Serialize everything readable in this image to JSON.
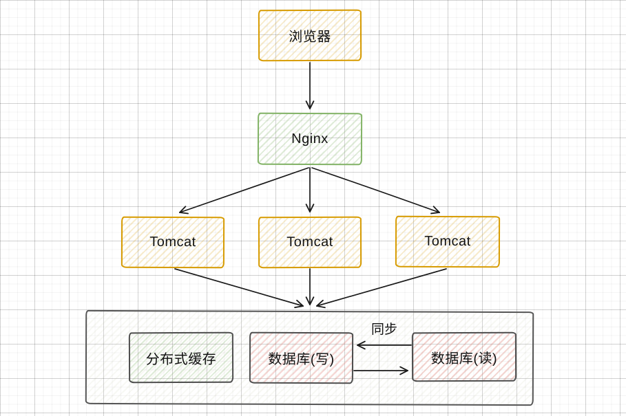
{
  "diagram": {
    "nodes": {
      "browser": {
        "label": "浏览器"
      },
      "nginx": {
        "label": "Nginx"
      },
      "tomcat_left": {
        "label": "Tomcat"
      },
      "tomcat_middle": {
        "label": "Tomcat"
      },
      "tomcat_right": {
        "label": "Tomcat"
      },
      "cache": {
        "label": "分布式缓存"
      },
      "db_write": {
        "label": "数据库(写)"
      },
      "db_read": {
        "label": "数据库(读)"
      }
    },
    "edge_labels": {
      "sync": "同步"
    },
    "edges": [
      {
        "from": "browser",
        "to": "nginx",
        "label": ""
      },
      {
        "from": "nginx",
        "to": "tomcat_left",
        "label": ""
      },
      {
        "from": "nginx",
        "to": "tomcat_middle",
        "label": ""
      },
      {
        "from": "nginx",
        "to": "tomcat_right",
        "label": ""
      },
      {
        "from": "tomcat_left",
        "to": "data_tier",
        "label": ""
      },
      {
        "from": "tomcat_middle",
        "to": "data_tier",
        "label": ""
      },
      {
        "from": "tomcat_right",
        "to": "data_tier",
        "label": ""
      },
      {
        "from": "db_read",
        "to": "db_write",
        "label": "同步"
      },
      {
        "from": "db_write",
        "to": "db_read",
        "label": ""
      }
    ],
    "colors": {
      "orange_border": "#d79b00",
      "orange_fill": "#ffe6cc",
      "green_border": "#82b366",
      "green_fill": "#d5e8d4",
      "pink_fill": "#f8cecc",
      "gray_border": "#4d4d4d",
      "arrow": "#1a1a1a",
      "grid_major": "#dcdcdc",
      "grid_minor": "#f3f3f3"
    }
  }
}
